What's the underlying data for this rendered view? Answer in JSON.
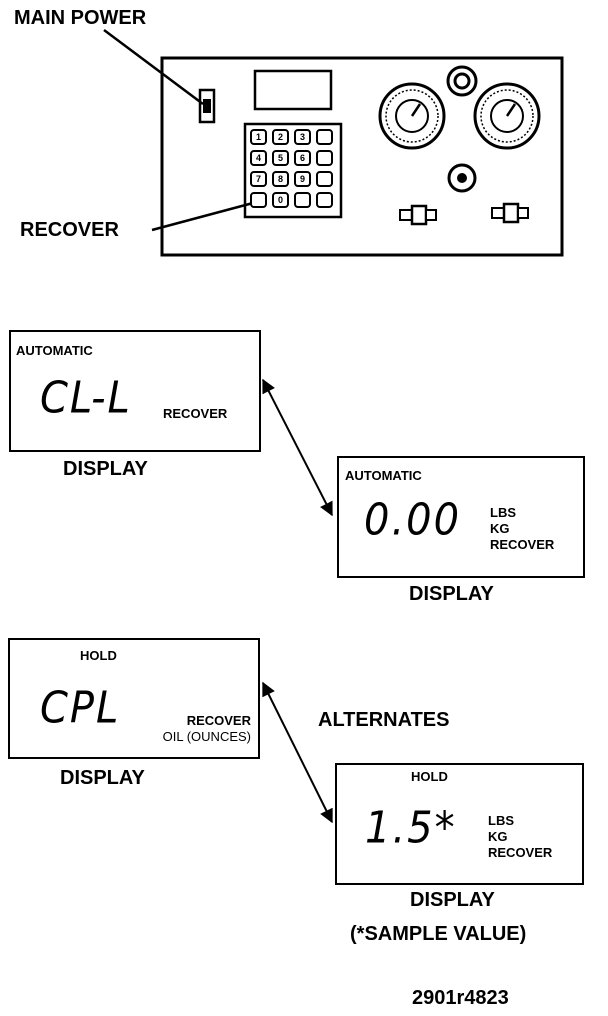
{
  "callouts": {
    "main_power": "MAIN POWER",
    "recover": "RECOVER"
  },
  "keypad": [
    "1",
    "2",
    "3",
    "",
    "4",
    "5",
    "6",
    "",
    "7",
    "8",
    "9",
    "",
    "",
    "0",
    "",
    ""
  ],
  "displays": {
    "d1": {
      "mode": "AUTOMATIC",
      "readout": "CL-L",
      "units": [
        "RECOVER"
      ],
      "caption": "DISPLAY"
    },
    "d2": {
      "mode": "AUTOMATIC",
      "readout": "0.00",
      "units": [
        "LBS",
        "KG",
        "RECOVER"
      ],
      "caption": "DISPLAY"
    },
    "d3": {
      "mode": "HOLD",
      "readout": "CPL",
      "units": [
        "RECOVER",
        "OIL (OUNCES)"
      ],
      "caption": "DISPLAY"
    },
    "d4": {
      "mode": "HOLD",
      "readout": "1.5*",
      "units": [
        "LBS",
        "KG",
        "RECOVER"
      ],
      "caption": "DISPLAY",
      "caption_note": "(*SAMPLE VALUE)"
    }
  },
  "alternates_label": "ALTERNATES",
  "figure_id": "2901r4823"
}
